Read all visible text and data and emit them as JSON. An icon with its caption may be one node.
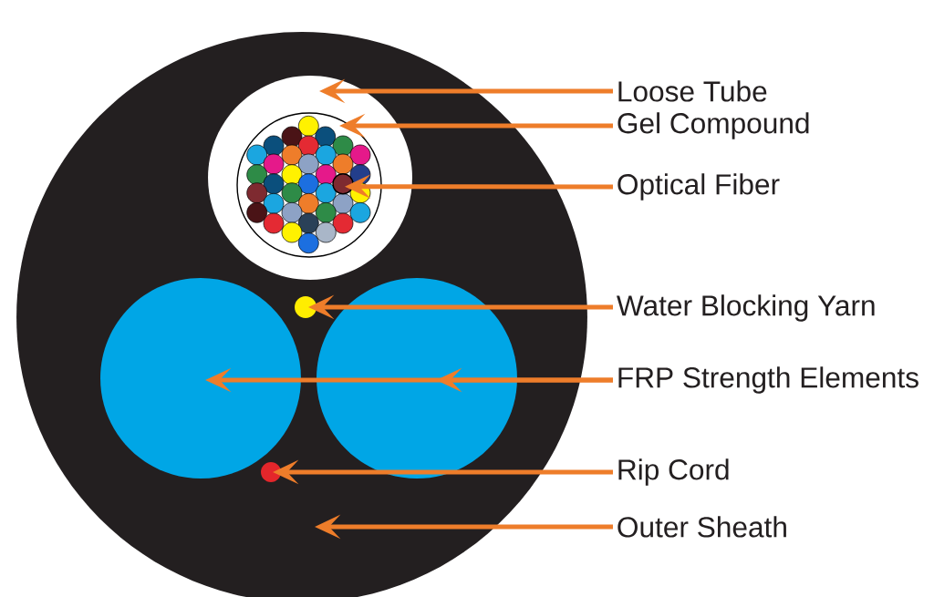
{
  "diagram": {
    "nodes": [
      {
        "text": [],
        "shape": "circle"
      },
      {
        "text": [],
        "shape": "circle",
        "in": 0
      },
      {
        "text": [],
        "shape": "circle",
        "in": 1
      },
      {
        "text": [],
        "shape": "circle",
        "in": 2
      },
      {
        "text": [],
        "shape": "circle",
        "in": 0
      },
      {
        "text": [],
        "shape": "circle",
        "in": 0
      },
      {
        "text": [],
        "shape": "circle",
        "in": 0
      },
      {
        "text": [],
        "shape": "circle",
        "in": 0
      },
      {
        "text": [
          "Loose Tube"
        ]
      },
      {
        "text": [
          "Gel Compound"
        ]
      },
      {
        "text": [
          "Optical Fiber"
        ]
      },
      {
        "text": [
          "Water Blocking Yarn"
        ]
      },
      {
        "text": [
          "FRP Strength Elements"
        ]
      },
      {
        "text": [
          "Rip Cord"
        ]
      },
      {
        "text": [
          "Outer Sheath"
        ]
      }
    ],
    "edges": [
      {
        "from": 8,
        "to": 1,
        "arrow": "to"
      },
      {
        "from": 9,
        "to": 2,
        "arrow": "to"
      },
      {
        "from": 10,
        "to": 3,
        "arrow": "to"
      },
      {
        "from": 11,
        "to": 4,
        "arrow": "to"
      },
      {
        "from": 12,
        "to": 5,
        "arrow": "to"
      },
      {
        "from": 12,
        "to": 6,
        "arrow": "to"
      },
      {
        "from": 13,
        "to": 7,
        "arrow": "to"
      },
      {
        "from": 14,
        "to": 0,
        "arrow": "to"
      }
    ]
  }
}
